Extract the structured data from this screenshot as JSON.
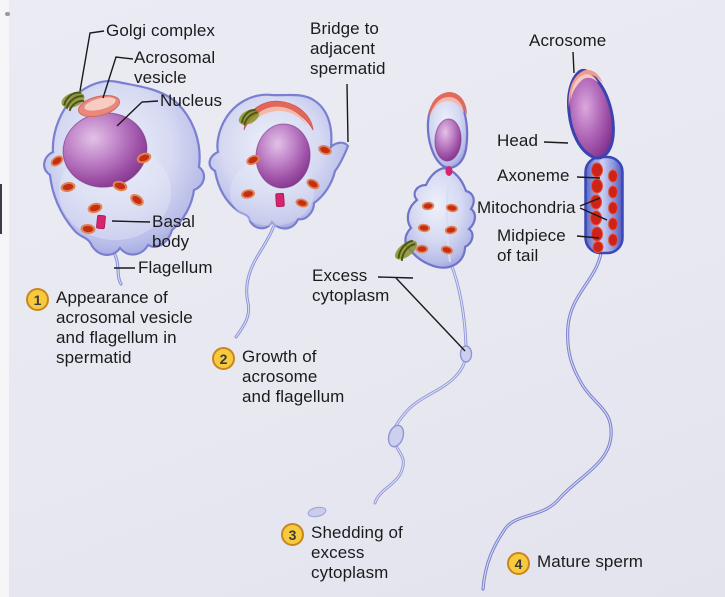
{
  "figure_title": "Spermiogenesis stages diagram",
  "colors": {
    "background": "#e9e9f2",
    "label_text": "#1b1b1b",
    "badge_fill": "#f7ca3e",
    "badge_border": "#c8871e",
    "nucleus_purple": "#9c4fa5",
    "acrosome_pink": "#e8897c",
    "mitochondria_red": "#c42f14",
    "cell_body_lavender": "#c9cdec",
    "golgi_olive": "#5a6414",
    "basal_body_magenta": "#d6246e",
    "sperm_blue": "#4d58c0"
  },
  "part_labels": {
    "golgi_complex": "Golgi complex",
    "acrosomal_vesicle": "Acrosomal\nvesicle",
    "nucleus": "Nucleus",
    "basal_body": "Basal\nbody",
    "flagellum": "Flagellum",
    "bridge": "Bridge to\nadjacent\nspermatid",
    "excess_cytoplasm": "Excess\ncytoplasm",
    "acrosome": "Acrosome",
    "head": "Head",
    "axoneme": "Axoneme",
    "mitochondria": "Mitochondria",
    "midpiece": "Midpiece\nof tail"
  },
  "steps": [
    {
      "number": "1",
      "text": "Appearance of\nacrosomal vesicle\nand flagellum in\nspermatid"
    },
    {
      "number": "2",
      "text": "Growth of\nacrosome\nand flagellum"
    },
    {
      "number": "3",
      "text": "Shedding of\nexcess\ncytoplasm"
    },
    {
      "number": "4",
      "text": "Mature sperm"
    }
  ]
}
